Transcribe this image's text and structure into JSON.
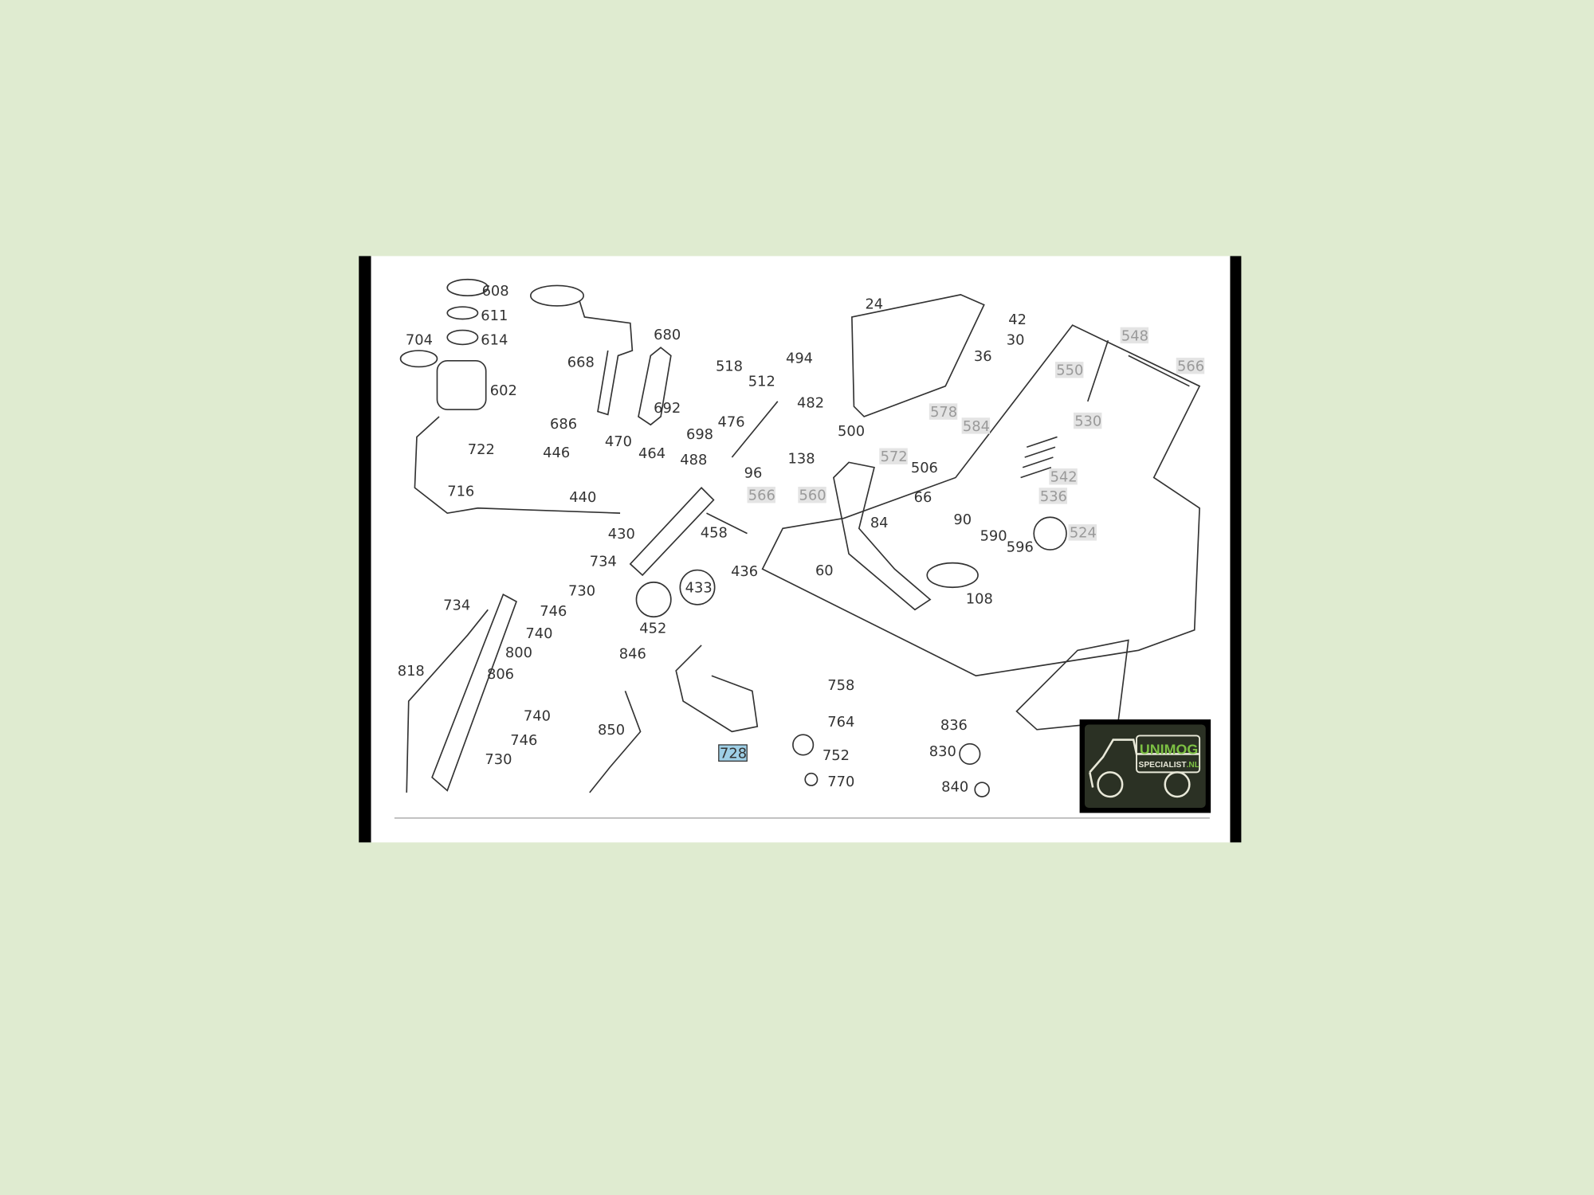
{
  "diagram": {
    "part_labels": [
      {
        "text": "608"
      },
      {
        "text": "611"
      },
      {
        "text": "614"
      },
      {
        "text": "704"
      },
      {
        "text": "602"
      },
      {
        "text": "722"
      },
      {
        "text": "716"
      },
      {
        "text": "668"
      },
      {
        "text": "686"
      },
      {
        "text": "680"
      },
      {
        "text": "692"
      },
      {
        "text": "698"
      },
      {
        "text": "446"
      },
      {
        "text": "470"
      },
      {
        "text": "464"
      },
      {
        "text": "440"
      },
      {
        "text": "488"
      },
      {
        "text": "476"
      },
      {
        "text": "518"
      },
      {
        "text": "512"
      },
      {
        "text": "494"
      },
      {
        "text": "482"
      },
      {
        "text": "500"
      },
      {
        "text": "138"
      },
      {
        "text": "96"
      },
      {
        "text": "566",
        "highlight": "gray"
      },
      {
        "text": "560",
        "highlight": "gray"
      },
      {
        "text": "430"
      },
      {
        "text": "458"
      },
      {
        "text": "734"
      },
      {
        "text": "436"
      },
      {
        "text": "433"
      },
      {
        "text": "730"
      },
      {
        "text": "452"
      },
      {
        "text": "746"
      },
      {
        "text": "740"
      },
      {
        "text": "734"
      },
      {
        "text": "818"
      },
      {
        "text": "800"
      },
      {
        "text": "806"
      },
      {
        "text": "846"
      },
      {
        "text": "740"
      },
      {
        "text": "746"
      },
      {
        "text": "730"
      },
      {
        "text": "850"
      },
      {
        "text": "728",
        "highlight": "blue"
      },
      {
        "text": "758"
      },
      {
        "text": "764"
      },
      {
        "text": "752"
      },
      {
        "text": "770"
      },
      {
        "text": "836"
      },
      {
        "text": "830"
      },
      {
        "text": "840"
      },
      {
        "text": "24"
      },
      {
        "text": "42"
      },
      {
        "text": "30"
      },
      {
        "text": "36"
      },
      {
        "text": "578",
        "highlight": "gray"
      },
      {
        "text": "584",
        "highlight": "gray"
      },
      {
        "text": "572",
        "highlight": "gray"
      },
      {
        "text": "506"
      },
      {
        "text": "66"
      },
      {
        "text": "84"
      },
      {
        "text": "60"
      },
      {
        "text": "90"
      },
      {
        "text": "590"
      },
      {
        "text": "596"
      },
      {
        "text": "108"
      },
      {
        "text": "548",
        "highlight": "gray"
      },
      {
        "text": "550",
        "highlight": "gray"
      },
      {
        "text": "566",
        "highlight": "gray"
      },
      {
        "text": "530",
        "highlight": "gray"
      },
      {
        "text": "542",
        "highlight": "gray"
      },
      {
        "text": "536",
        "highlight": "gray"
      },
      {
        "text": "524",
        "highlight": "gray"
      }
    ]
  },
  "logo": {
    "line1": "UNIMOG",
    "line2": "SPECIALIST",
    "line2_suffix": ".NL"
  },
  "colors": {
    "background": "#dfebd0",
    "frame": "#000000",
    "highlight_gray": "#e4e4e4",
    "highlight_blue": "#9ecfe6",
    "logo_bg": "#2b3124",
    "logo_green": "#7cc043"
  }
}
